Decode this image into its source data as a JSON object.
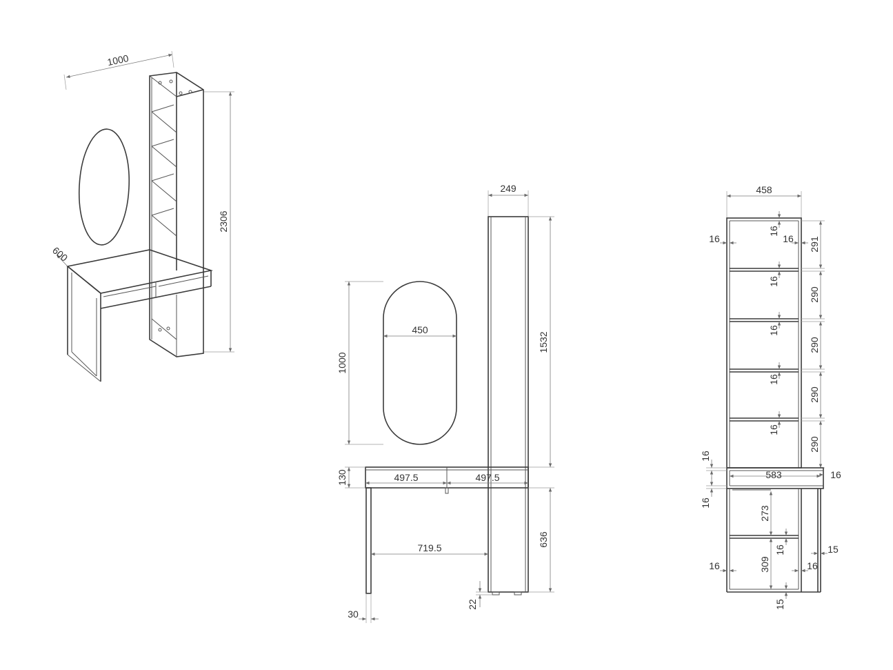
{
  "iso_view": {
    "width_label": "1000",
    "depth_label": "600",
    "height_label": "2306"
  },
  "front_view": {
    "column_width_label": "249",
    "mirror_width_label": "450",
    "mirror_height_label": "1000",
    "column_height_label": "1532",
    "drawer_height_label": "130",
    "drawer_left_label": "497.5",
    "drawer_right_label": "497.5",
    "leg_height_label": "636",
    "knee_space_label": "719.5",
    "leg_width_label": "30",
    "foot_height_label": "22"
  },
  "side_view": {
    "width_label": "458",
    "top_panel_label": "16",
    "shelf_1_label": "16",
    "shelf_2_label": "16",
    "shelf_3_label": "16",
    "shelf_4_label": "16",
    "left_panel_label": "16",
    "right_panel_label": "16",
    "gap_1_label": "291",
    "gap_2_label": "290",
    "gap_3_label": "290",
    "gap_4_label": "290",
    "gap_5_label": "290",
    "desk_depth_label": "583",
    "desk_top_left_label": "16",
    "desk_top_right_label": "16",
    "desk_under_label": "16",
    "lower_gap_1_label": "273",
    "lower_shelf_label": "16",
    "lower_gap_2_label": "309",
    "lower_left_panel_label": "16",
    "lower_right_panel_label": "16",
    "outer_panel_label": "15",
    "bottom_label": "15"
  }
}
